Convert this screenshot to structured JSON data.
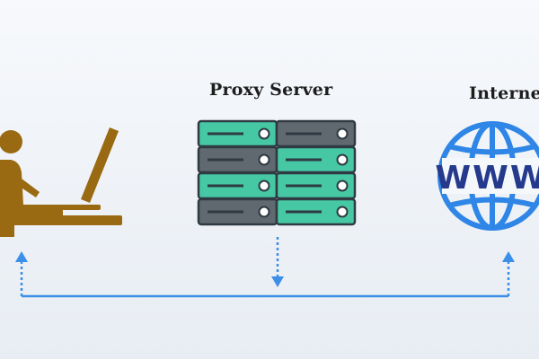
{
  "diagram": {
    "proxy_label": "Proxy Server",
    "internet_label": "Internet",
    "globe_text": "WWW",
    "colors": {
      "user": "#9a6a12",
      "server_dark": "#606870",
      "server_teal": "#46c8a4",
      "server_outline": "#2f3a42",
      "globe": "#2f86e6",
      "globe_text": "#253a8c",
      "arrow": "#3b8fe6"
    },
    "icons": [
      "user-at-computer-icon",
      "server-rack-icon",
      "www-globe-icon"
    ]
  }
}
